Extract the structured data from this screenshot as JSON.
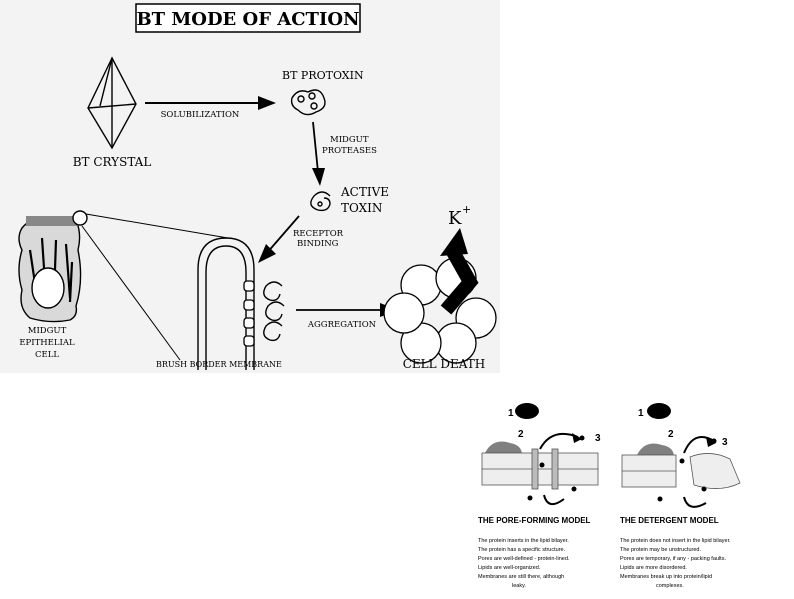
{
  "top_diagram": {
    "title": "BT MODE OF ACTION",
    "labels": {
      "bt_protoxin": "BT PROTOXIN",
      "solubilization": "SOLUBILIZATION",
      "bt_crystal": "BT CRYSTAL",
      "midgut_proteases_1": "MIDGUT",
      "midgut_proteases_2": "PROTEASES",
      "active_toxin_1": "ACTIVE",
      "active_toxin_2": "TOXIN",
      "receptor_binding_1": "RECEPTOR",
      "receptor_binding_2": "BINDING",
      "k_plus": "K",
      "k_plus_sup": "+",
      "aggregation": "AGGREGATION",
      "cell_death": "CELL DEATH",
      "midgut_cell_1": "MIDGUT",
      "midgut_cell_2": "EPITHELIAL",
      "midgut_cell_3": "CELL",
      "brush_border": "BRUSH BORDER MEMBRANE"
    }
  },
  "bottom_diagram": {
    "step_numbers": [
      "1",
      "2",
      "3"
    ],
    "pore_model": {
      "title": "THE PORE-FORMING MODEL",
      "lines": [
        "The protein inserts in the lipid bilayer.",
        "The protein has a specific structure.",
        "Pores are well-defined - protein-lined.",
        "Lipids are well-organized.",
        "Membranes are still there, although",
        "leaky."
      ]
    },
    "detergent_model": {
      "title": "THE DETERGENT MODEL",
      "lines": [
        "The protein does not insert in the lipid bilayer.",
        "The protein may be unstructured.",
        "Pores are temporary, if any - packing faults.",
        "Lipids are more disordered.",
        "Membranes break up into protein/lipid",
        "complexes."
      ]
    }
  }
}
